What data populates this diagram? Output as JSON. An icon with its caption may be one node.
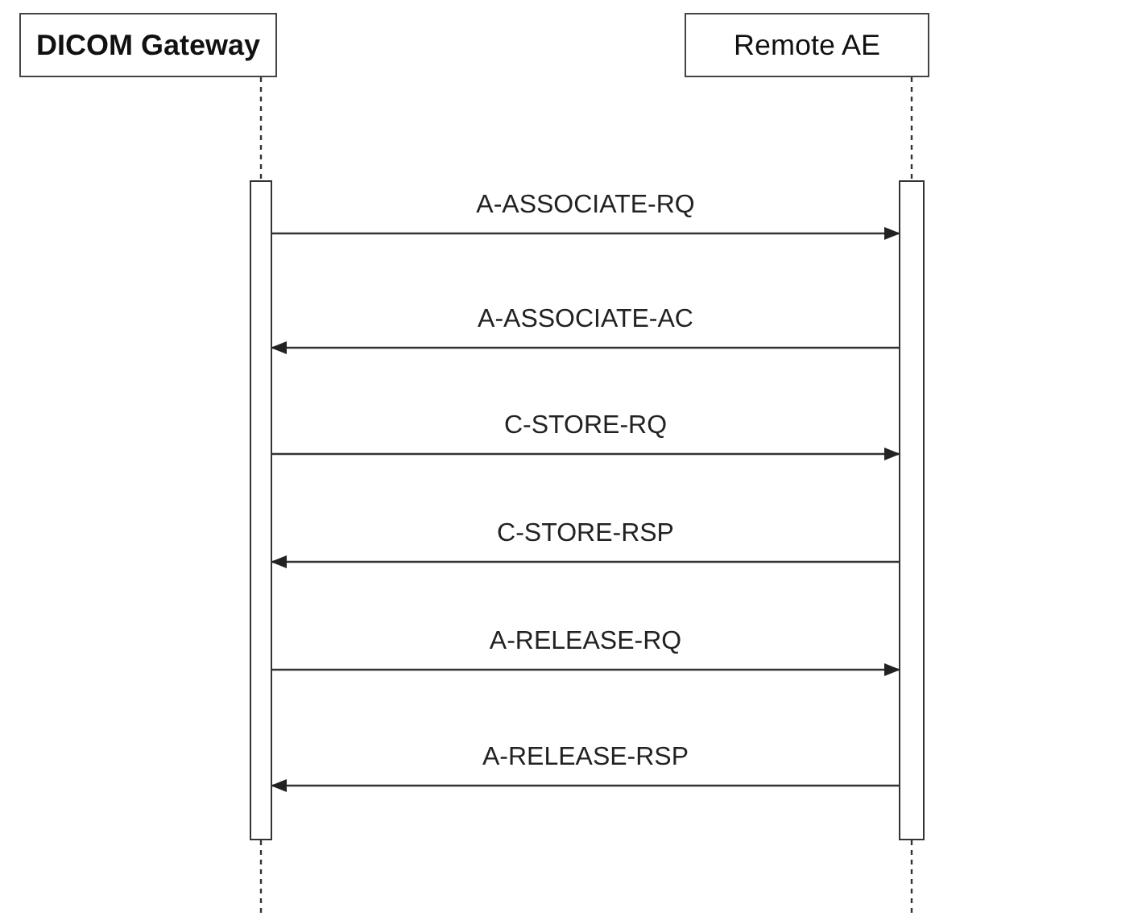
{
  "diagram": {
    "nodes": [
      {
        "text": [
          "DICOM Gateway"
        ]
      },
      {
        "text": [
          "Remote AE"
        ]
      },
      {
        "text": [],
        "shape": "bar"
      },
      {
        "text": [],
        "shape": "bar"
      }
    ],
    "edges": [
      {
        "from": 0,
        "to": 2,
        "arrow": "none",
        "style": "dashed"
      },
      {
        "from": 1,
        "to": 3,
        "arrow": "none",
        "style": "dashed"
      },
      {
        "from": 2,
        "to": null,
        "arrow": "none",
        "style": "dashed"
      },
      {
        "from": 3,
        "to": null,
        "arrow": "none",
        "style": "dashed"
      },
      {
        "from": 2,
        "to": 3,
        "arrow": "to",
        "label": "A-ASSOCIATE-RQ"
      },
      {
        "from": 3,
        "to": 2,
        "arrow": "to",
        "label": "A-ASSOCIATE-AC"
      },
      {
        "from": 2,
        "to": 3,
        "arrow": "to",
        "label": "C-STORE-RQ"
      },
      {
        "from": 3,
        "to": 2,
        "arrow": "to",
        "label": "C-STORE-RSP"
      },
      {
        "from": 2,
        "to": 3,
        "arrow": "to",
        "label": "A-RELEASE-RQ"
      },
      {
        "from": 3,
        "to": 2,
        "arrow": "to",
        "label": "A-RELEASE-RSP"
      }
    ]
  }
}
